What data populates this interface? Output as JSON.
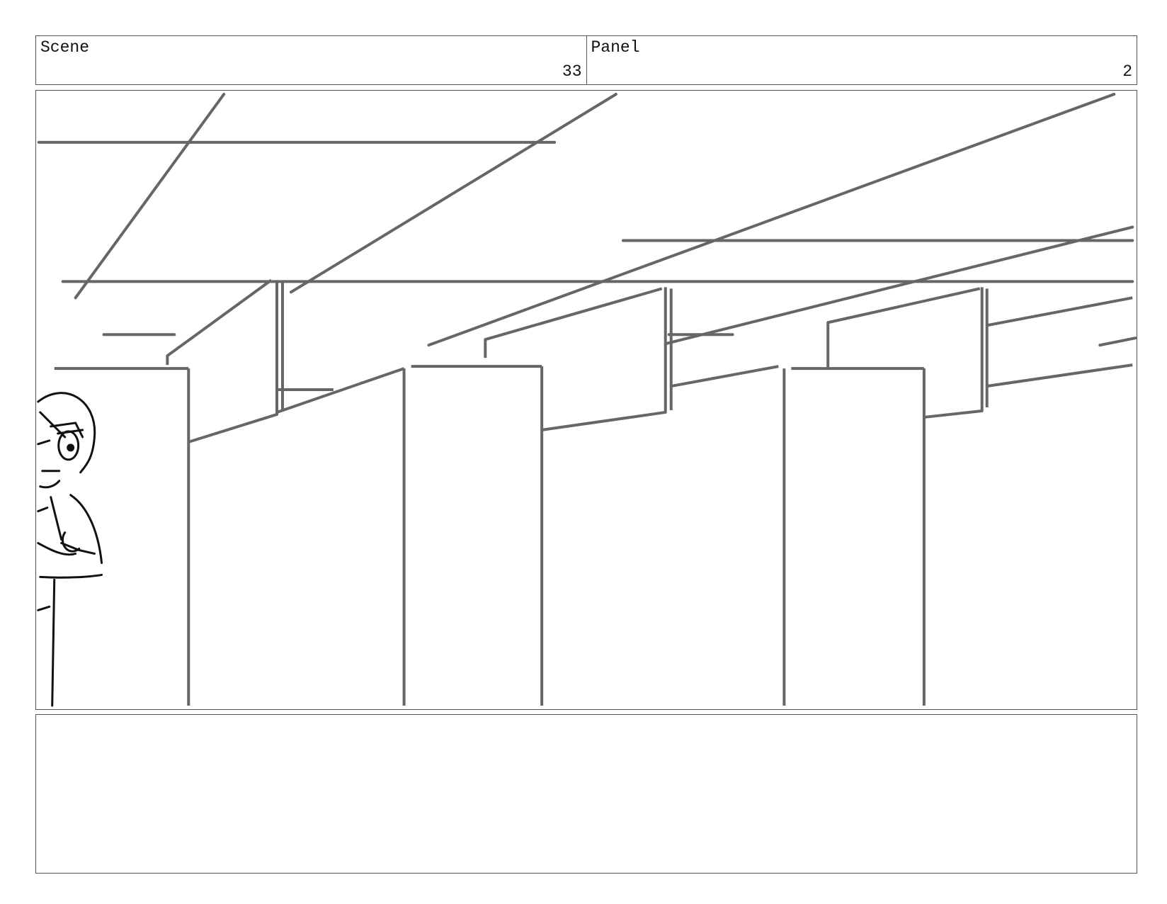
{
  "header": {
    "scene_label": "Scene",
    "scene_number": "33",
    "panel_label": "Panel",
    "panel_number": "2"
  },
  "notes": {
    "text": ""
  },
  "colors": {
    "frame_border": "#555555",
    "sketch_gray": "#666666",
    "sketch_black": "#111111"
  }
}
